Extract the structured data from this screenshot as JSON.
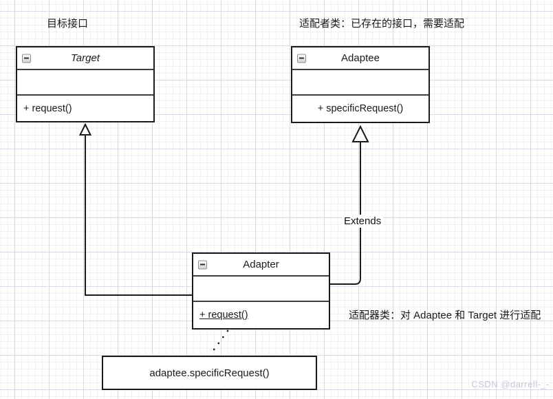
{
  "annotations": {
    "target_interface": "目标接口",
    "adaptee_class": "适配者类：已存在的接口，需要适配",
    "adapter_class": "适配器类：对 Adaptee 和 Target 进行适配"
  },
  "classes": {
    "target": {
      "name": "Target",
      "method": "+ request()"
    },
    "adaptee": {
      "name": "Adaptee",
      "method": "+ specificRequest()"
    },
    "adapter": {
      "name": "Adapter",
      "method": "+ request()"
    }
  },
  "note_box": {
    "text": "adaptee.specificRequest()"
  },
  "edges": {
    "extends_label": "Extends"
  },
  "watermark": "CSDN @darrell-_-",
  "colors": {
    "line": "#1a1a1a",
    "grid_major": "#dcd6ec",
    "grid_minor": "#f1eef9",
    "watermark": "#c9c6d2"
  }
}
